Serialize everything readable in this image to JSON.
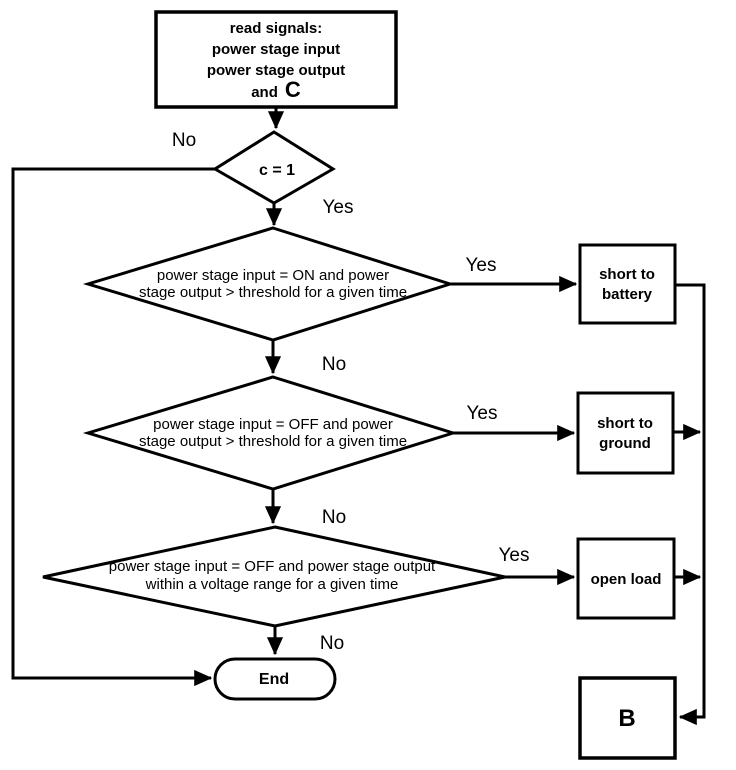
{
  "flowchart": {
    "start": {
      "line1": "read signals:",
      "line2": "power stage input",
      "line3": "power stage output",
      "line4_prefix": "and",
      "line4_emphasis": "C"
    },
    "decisions": {
      "c_check": "c = 1",
      "short_to_battery_check": {
        "line1": "power stage input = ON and power",
        "line2": "stage output > threshold for a given time"
      },
      "short_to_ground_check": {
        "line1": "power stage input = OFF and power",
        "line2": "stage output > threshold for a given time"
      },
      "open_load_check": {
        "line1": "power stage input = OFF and power stage output",
        "line2": "within a voltage range for a given time"
      }
    },
    "results": {
      "short_to_battery": {
        "line1": "short to",
        "line2": "battery"
      },
      "short_to_ground": {
        "line1": "short to",
        "line2": "ground"
      },
      "open_load": "open load"
    },
    "terminals": {
      "end": "End",
      "b": "B"
    },
    "edge_labels": {
      "c_no": "No",
      "c_yes": "Yes",
      "battery_yes": "Yes",
      "battery_no": "No",
      "ground_yes": "Yes",
      "ground_no": "No",
      "open_yes": "Yes",
      "open_no": "No"
    }
  },
  "colors": {
    "stroke": "#000000",
    "background": "#ffffff"
  }
}
